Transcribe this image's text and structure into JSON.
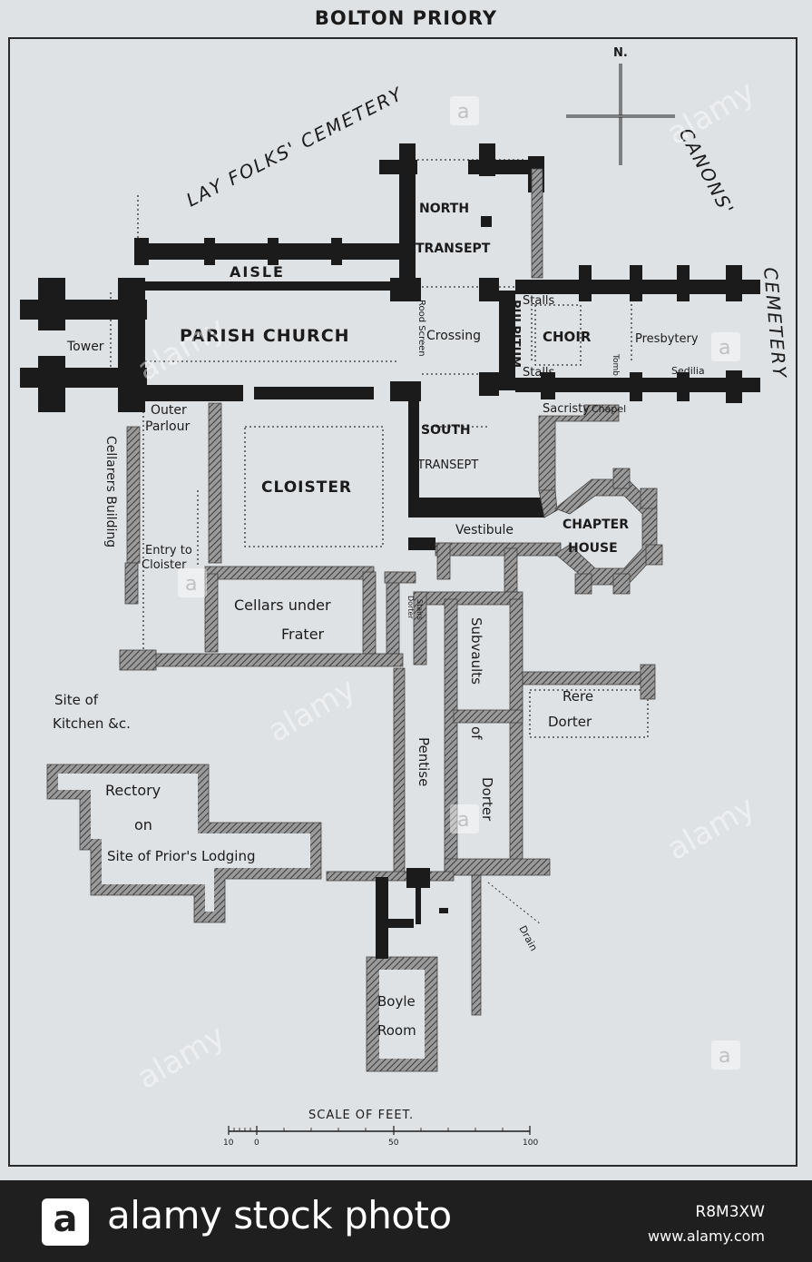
{
  "map": {
    "title": "BOLTON PRIORY",
    "cemeteries": {
      "lay_folks": "LAY FOLKS' CEMETERY",
      "canons_1": "CANONS'",
      "canons_2": "CEMETERY"
    },
    "north_label": "N.",
    "rooms": {
      "north": "NORTH",
      "transept_n": "TRANSEPT",
      "aisle": "AISLE",
      "parish_church": "PARISH CHURCH",
      "tower": "Tower",
      "rood_screen": "Rood Screen",
      "crossing": "Crossing",
      "pulpitum": "PULPITUM",
      "stalls_top": "Stalls",
      "stalls_bottom": "Stalls",
      "choir": "CHOIR",
      "presbytery": "Presbytery",
      "tomb": "Tomb",
      "sedilia": "Sedilia",
      "sacristy": "Sacristy",
      "chapel": "Chapel",
      "outer": "Outer",
      "parlour": "Parlour",
      "south": "SOUTH",
      "transept_s": "TRANSEPT",
      "cloister": "CLOISTER",
      "cellarers_building": "Cellarers Building",
      "entry_to": "Entry to",
      "cloister_small": "Cloister",
      "vestibule": "Vestibule",
      "chapter": "CHAPTER",
      "house": "HOUSE",
      "cellars_under": "Cellars under",
      "frater": "Frater",
      "dorter_stairs_1": "Dorter",
      "dorter_stairs_2": "Stairs",
      "subvaults": "Subvaults",
      "of": "of",
      "dorter": "Dorter",
      "rere": "Rere",
      "dorter_rere": "Dorter",
      "site_of": "Site of",
      "kitchen": "Kitchen &c.",
      "pentise": "Pentise",
      "rectory": "Rectory",
      "on": "on",
      "prior_lodging": "Site of Prior's Lodging",
      "drain": "Drain",
      "boyle": "Boyle",
      "room": "Room"
    },
    "scale": {
      "label": "SCALE OF FEET.",
      "ticks": [
        "10",
        "0",
        "50",
        "100"
      ]
    }
  },
  "watermarks": {
    "brand": "alamy",
    "badge": "a"
  },
  "footer": {
    "logo": "a",
    "text": "alamy stock photo",
    "image_id": "R8M3XW",
    "url": "www.alamy.com"
  },
  "colors": {
    "paper": "#dfe2e5",
    "ink": "#1b1b1b",
    "hatch_wall": "#6e6e6e",
    "footer_bg": "#1f1f1f"
  }
}
